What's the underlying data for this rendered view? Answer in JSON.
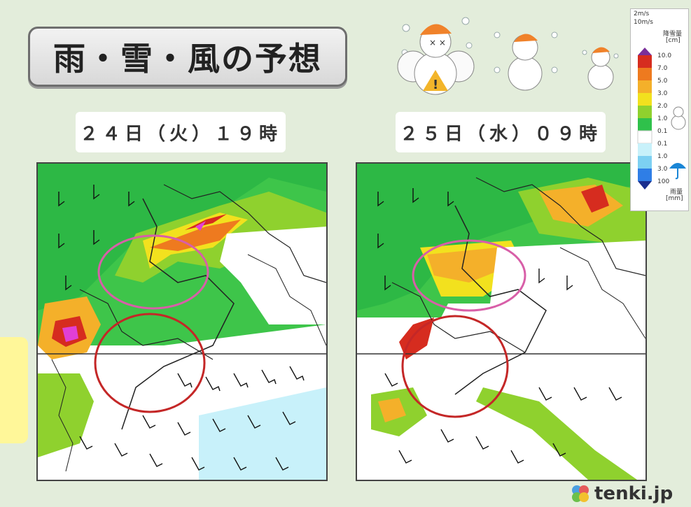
{
  "title": "雨・雪・風の予想",
  "left_panel": {
    "date_label": "２４日（火）１９時"
  },
  "right_panel": {
    "date_label": "２５日（水）０９時"
  },
  "legend": {
    "wind_labels": [
      "2m/s",
      "10m/s"
    ],
    "snow_title": "降雪量",
    "snow_unit": "[cm]",
    "snow_values": [
      "10.0",
      "7.0",
      "5.0",
      "3.0",
      "2.0",
      "1.0",
      "0.1"
    ],
    "rain_values": [
      "0.1",
      "1.0",
      "3.0",
      "100"
    ],
    "rain_title": "雨量",
    "rain_unit": "[mm]",
    "colors": {
      "snow_10": "#7a2f9a",
      "snow_7": "#d62c1f",
      "snow_5": "#ee7a1f",
      "snow_3": "#f4b02a",
      "snow_2": "#f2e11e",
      "snow_1": "#8fd12e",
      "snow_01": "#2fc14b",
      "rain_01": "#c8f1fa",
      "rain_1": "#7dd0f2",
      "rain_3": "#2f7ee6",
      "rain_100": "#1a2f8f"
    }
  },
  "icons": [
    "snowman-warning-icon",
    "snowman-medium-icon",
    "snowman-small-icon",
    "snowman-legend-icon",
    "umbrella-icon"
  ],
  "brand": "tenki.jp"
}
